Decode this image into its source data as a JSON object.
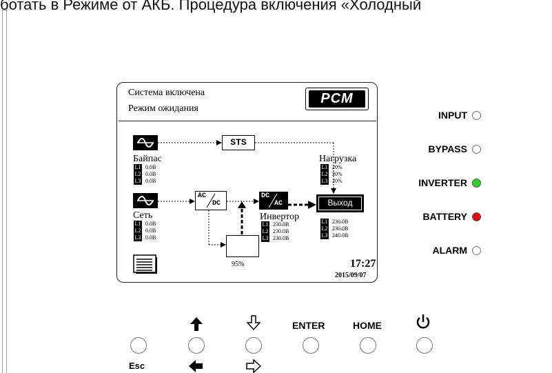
{
  "caption": "ботать в Режиме от АКБ. Процедура включения «Холодный",
  "screen": {
    "status_line1": "Система включена",
    "status_line2": "Режим ожидания",
    "logo": "PCM",
    "blocks": {
      "sts": "STS",
      "rectifier_top": "AC",
      "rectifier_bottom": "DC",
      "inverter_top": "DC",
      "inverter_bottom": "AC",
      "output": "Выход"
    },
    "bypass": {
      "label": "Байпас",
      "phases": [
        {
          "tag": "L1",
          "value": "0.0В"
        },
        {
          "tag": "L2",
          "value": "0.0В"
        },
        {
          "tag": "L3",
          "value": "0.0В"
        }
      ]
    },
    "mains": {
      "label": "Сеть",
      "phases": [
        {
          "tag": "L1",
          "value": "0.0В"
        },
        {
          "tag": "L2",
          "value": "0.0В"
        },
        {
          "tag": "L3",
          "value": "0.0В"
        }
      ]
    },
    "load": {
      "label": "Нагрузка",
      "phases": [
        {
          "tag": "L1",
          "value": "20%"
        },
        {
          "tag": "L2",
          "value": "20%"
        },
        {
          "tag": "L3",
          "value": "20%"
        }
      ]
    },
    "inverter": {
      "label": "Инвертор",
      "phases": [
        {
          "tag": "L1",
          "value": "230.0В"
        },
        {
          "tag": "L2",
          "value": "230.0В"
        },
        {
          "tag": "L3",
          "value": "230.0В"
        }
      ]
    },
    "output": {
      "phases": [
        {
          "tag": "L1",
          "value": "230.0В"
        },
        {
          "tag": "L2",
          "value": "230.0В"
        },
        {
          "tag": "L3",
          "value": "240.0В"
        }
      ]
    },
    "battery_percent": "95%",
    "time": "17:27",
    "date": "2015/09/07",
    "menu_icon": "menu-list-icon",
    "sine_icon": "sine-wave-icon"
  },
  "leds": [
    {
      "label": "INPUT",
      "color": "#ffffff"
    },
    {
      "label": "BYPASS",
      "color": "#ffffff"
    },
    {
      "label": "INVERTER",
      "color": "#33cc33"
    },
    {
      "label": "BATTERY",
      "color": "#dd1111"
    },
    {
      "label": "ALARM",
      "color": "#ffffff"
    }
  ],
  "buttons": {
    "esc_label": "Esc",
    "up_icon": "arrow-up-filled-icon",
    "left_icon": "arrow-left-filled-icon",
    "down_icon": "arrow-down-outline-icon",
    "right_icon": "arrow-right-outline-icon",
    "enter_label": "ENTER",
    "home_label": "HOME",
    "power_icon": "power-icon"
  }
}
